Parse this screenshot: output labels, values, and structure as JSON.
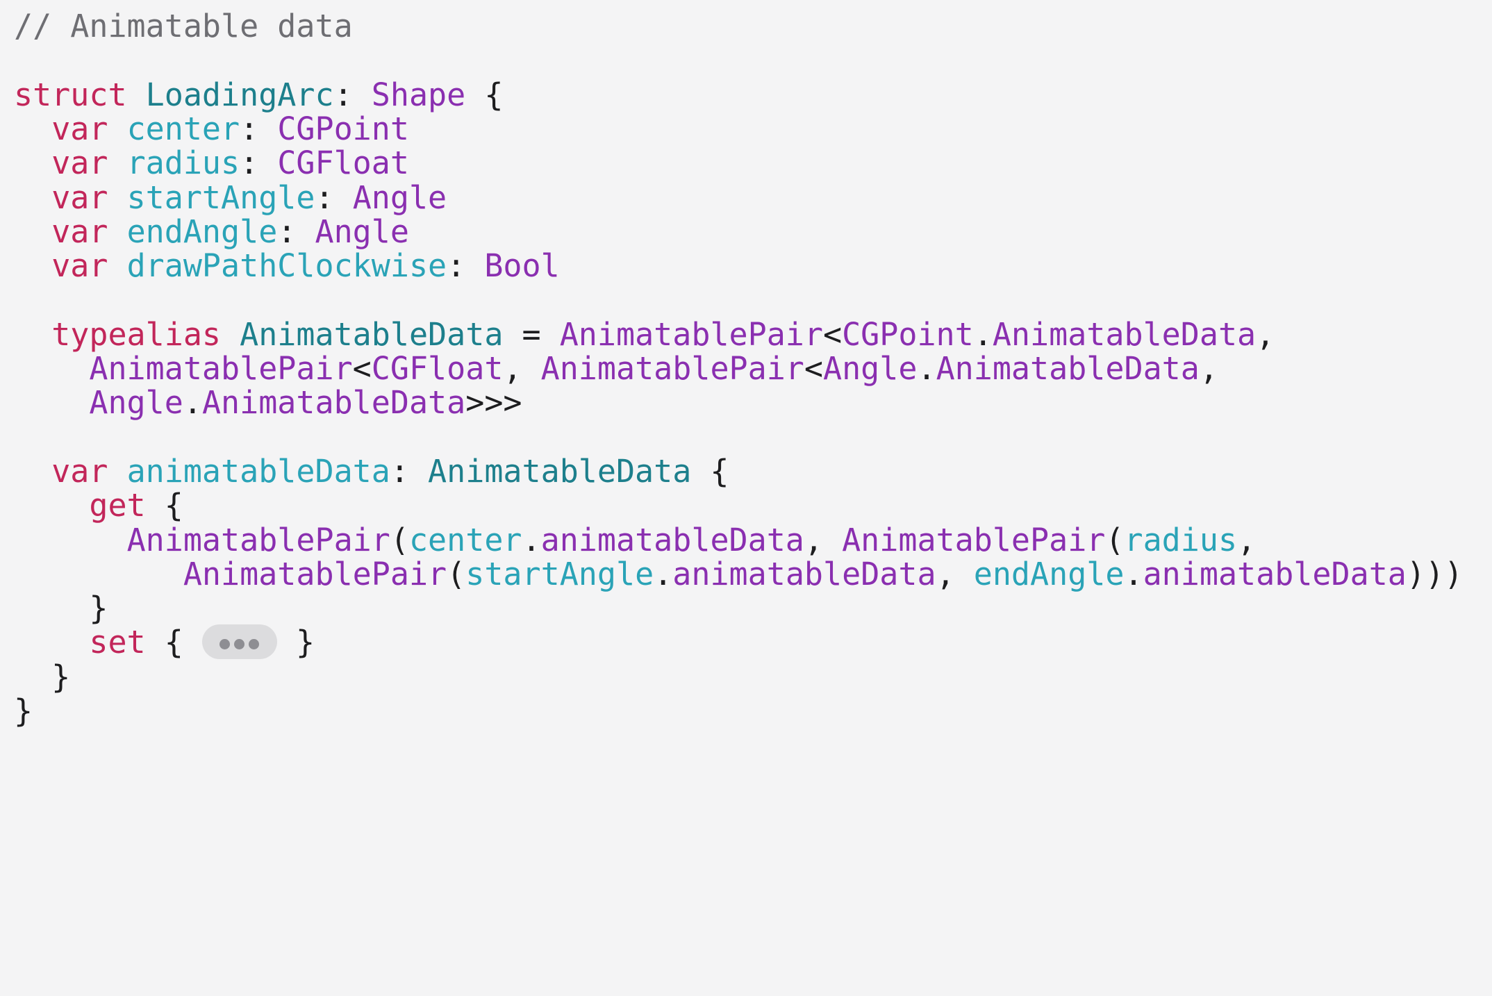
{
  "editor": {
    "lines": [
      [
        {
          "c": "comment",
          "t": "// Animatable data"
        }
      ],
      [],
      [
        {
          "c": "keyword",
          "t": "struct"
        },
        {
          "c": "plain",
          "t": " "
        },
        {
          "c": "decl-type",
          "t": "LoadingArc"
        },
        {
          "c": "plain",
          "t": ": "
        },
        {
          "c": "type",
          "t": "Shape"
        },
        {
          "c": "plain",
          "t": " {"
        }
      ],
      [
        {
          "c": "plain",
          "t": "  "
        },
        {
          "c": "keyword",
          "t": "var"
        },
        {
          "c": "plain",
          "t": " "
        },
        {
          "c": "prop",
          "t": "center"
        },
        {
          "c": "plain",
          "t": ": "
        },
        {
          "c": "type",
          "t": "CGPoint"
        }
      ],
      [
        {
          "c": "plain",
          "t": "  "
        },
        {
          "c": "keyword",
          "t": "var"
        },
        {
          "c": "plain",
          "t": " "
        },
        {
          "c": "prop",
          "t": "radius"
        },
        {
          "c": "plain",
          "t": ": "
        },
        {
          "c": "type",
          "t": "CGFloat"
        }
      ],
      [
        {
          "c": "plain",
          "t": "  "
        },
        {
          "c": "keyword",
          "t": "var"
        },
        {
          "c": "plain",
          "t": " "
        },
        {
          "c": "prop",
          "t": "startAngle"
        },
        {
          "c": "plain",
          "t": ": "
        },
        {
          "c": "type",
          "t": "Angle"
        }
      ],
      [
        {
          "c": "plain",
          "t": "  "
        },
        {
          "c": "keyword",
          "t": "var"
        },
        {
          "c": "plain",
          "t": " "
        },
        {
          "c": "prop",
          "t": "endAngle"
        },
        {
          "c": "plain",
          "t": ": "
        },
        {
          "c": "type",
          "t": "Angle"
        }
      ],
      [
        {
          "c": "plain",
          "t": "  "
        },
        {
          "c": "keyword",
          "t": "var"
        },
        {
          "c": "plain",
          "t": " "
        },
        {
          "c": "prop",
          "t": "drawPathClockwise"
        },
        {
          "c": "plain",
          "t": ": "
        },
        {
          "c": "type",
          "t": "Bool"
        }
      ],
      [],
      [
        {
          "c": "plain",
          "t": "  "
        },
        {
          "c": "keyword",
          "t": "typealias"
        },
        {
          "c": "plain",
          "t": " "
        },
        {
          "c": "decl-type",
          "t": "AnimatableData"
        },
        {
          "c": "plain",
          "t": " = "
        },
        {
          "c": "type",
          "t": "AnimatablePair"
        },
        {
          "c": "plain",
          "t": "<"
        },
        {
          "c": "type",
          "t": "CGPoint"
        },
        {
          "c": "plain",
          "t": "."
        },
        {
          "c": "type",
          "t": "AnimatableData"
        },
        {
          "c": "plain",
          "t": ","
        }
      ],
      [
        {
          "c": "plain",
          "t": "    "
        },
        {
          "c": "type",
          "t": "AnimatablePair"
        },
        {
          "c": "plain",
          "t": "<"
        },
        {
          "c": "type",
          "t": "CGFloat"
        },
        {
          "c": "plain",
          "t": ", "
        },
        {
          "c": "type",
          "t": "AnimatablePair"
        },
        {
          "c": "plain",
          "t": "<"
        },
        {
          "c": "type",
          "t": "Angle"
        },
        {
          "c": "plain",
          "t": "."
        },
        {
          "c": "type",
          "t": "AnimatableData"
        },
        {
          "c": "plain",
          "t": ","
        }
      ],
      [
        {
          "c": "plain",
          "t": "    "
        },
        {
          "c": "type",
          "t": "Angle"
        },
        {
          "c": "plain",
          "t": "."
        },
        {
          "c": "type",
          "t": "AnimatableData"
        },
        {
          "c": "plain",
          "t": ">>>"
        }
      ],
      [],
      [
        {
          "c": "plain",
          "t": "  "
        },
        {
          "c": "keyword",
          "t": "var"
        },
        {
          "c": "plain",
          "t": " "
        },
        {
          "c": "prop",
          "t": "animatableData"
        },
        {
          "c": "plain",
          "t": ": "
        },
        {
          "c": "decl-type",
          "t": "AnimatableData"
        },
        {
          "c": "plain",
          "t": " {"
        }
      ],
      [
        {
          "c": "plain",
          "t": "    "
        },
        {
          "c": "keyword",
          "t": "get"
        },
        {
          "c": "plain",
          "t": " {"
        }
      ],
      [
        {
          "c": "plain",
          "t": "      "
        },
        {
          "c": "type",
          "t": "AnimatablePair"
        },
        {
          "c": "plain",
          "t": "("
        },
        {
          "c": "prop",
          "t": "center"
        },
        {
          "c": "plain",
          "t": "."
        },
        {
          "c": "type",
          "t": "animatableData"
        },
        {
          "c": "plain",
          "t": ", "
        },
        {
          "c": "type",
          "t": "AnimatablePair"
        },
        {
          "c": "plain",
          "t": "("
        },
        {
          "c": "prop",
          "t": "radius"
        },
        {
          "c": "plain",
          "t": ","
        }
      ],
      [
        {
          "c": "plain",
          "t": "         "
        },
        {
          "c": "type",
          "t": "AnimatablePair"
        },
        {
          "c": "plain",
          "t": "("
        },
        {
          "c": "prop",
          "t": "startAngle"
        },
        {
          "c": "plain",
          "t": "."
        },
        {
          "c": "type",
          "t": "animatableData"
        },
        {
          "c": "plain",
          "t": ", "
        },
        {
          "c": "prop",
          "t": "endAngle"
        },
        {
          "c": "plain",
          "t": "."
        },
        {
          "c": "type",
          "t": "animatableData"
        },
        {
          "c": "plain",
          "t": ")))"
        }
      ],
      [
        {
          "c": "plain",
          "t": "    }"
        }
      ],
      [
        {
          "c": "plain",
          "t": "    "
        },
        {
          "c": "keyword",
          "t": "set"
        },
        {
          "c": "plain",
          "t": " { "
        },
        {
          "c": "fold",
          "t": ""
        },
        {
          "c": "plain",
          "t": " }"
        }
      ],
      [
        {
          "c": "plain",
          "t": "  }"
        }
      ],
      [
        {
          "c": "plain",
          "t": "}"
        }
      ]
    ]
  },
  "colors": {
    "background": "#f4f4f5",
    "comment": "#6e6e73",
    "keyword": "#c2265a",
    "declared_type": "#1d7f8c",
    "type": "#8a2fb0",
    "property": "#2aa3b7",
    "plain": "#1d1d1f"
  },
  "icons": {
    "fold": "ellipsis-fold-icon"
  }
}
